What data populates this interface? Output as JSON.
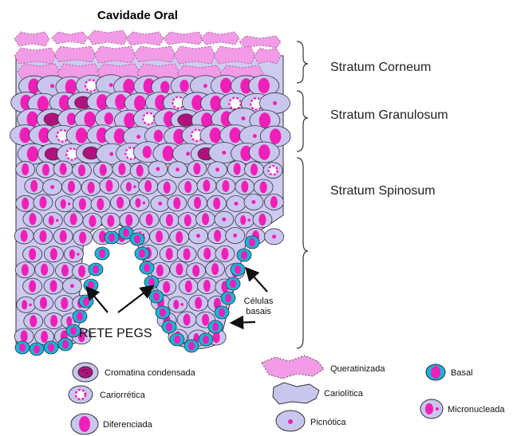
{
  "title": "Cavidade Oral",
  "layers": {
    "corneum": "Stratum Corneum",
    "granulosum": "Stratum Granulosum",
    "spinosum": "Stratum Spinosum"
  },
  "annotations": {
    "rete_pegs": "RETE PEGS",
    "basal_cells_line1": "Células",
    "basal_cells_line2": "basais"
  },
  "legend": {
    "condensed_chromatin": "Cromatina condensada",
    "karyorrhectic": "Cariorrética",
    "differentiated": "Diferenciada",
    "keratinized": "Queratinizada",
    "karyolytic": "Cariolítica",
    "pyknotic": "Picnótica",
    "basal": "Basal",
    "micronucleated": "Micronucleada"
  },
  "colors": {
    "cell_fill": "#c9c6ee",
    "nucleus": "#f01fb8",
    "keratin": "#f29be6",
    "basal_fill": "#16b5d6",
    "dark_nucleus": "#b0127d",
    "outline": "#333344"
  }
}
